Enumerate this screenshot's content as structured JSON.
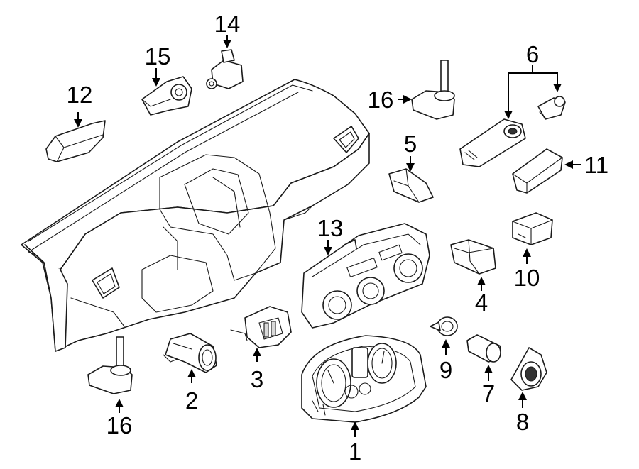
{
  "callouts": [
    {
      "id": "c1",
      "text": "1"
    },
    {
      "id": "c2",
      "text": "2"
    },
    {
      "id": "c3",
      "text": "3"
    },
    {
      "id": "c4",
      "text": "4"
    },
    {
      "id": "c5",
      "text": "5"
    },
    {
      "id": "c6",
      "text": "6"
    },
    {
      "id": "c7",
      "text": "7"
    },
    {
      "id": "c8",
      "text": "8"
    },
    {
      "id": "c9",
      "text": "9"
    },
    {
      "id": "c10",
      "text": "10"
    },
    {
      "id": "c11",
      "text": "11"
    },
    {
      "id": "c12",
      "text": "12"
    },
    {
      "id": "c13",
      "text": "13"
    },
    {
      "id": "c14",
      "text": "14"
    },
    {
      "id": "c15",
      "text": "15"
    },
    {
      "id": "c16a",
      "text": "16"
    },
    {
      "id": "c16b",
      "text": "16"
    }
  ]
}
